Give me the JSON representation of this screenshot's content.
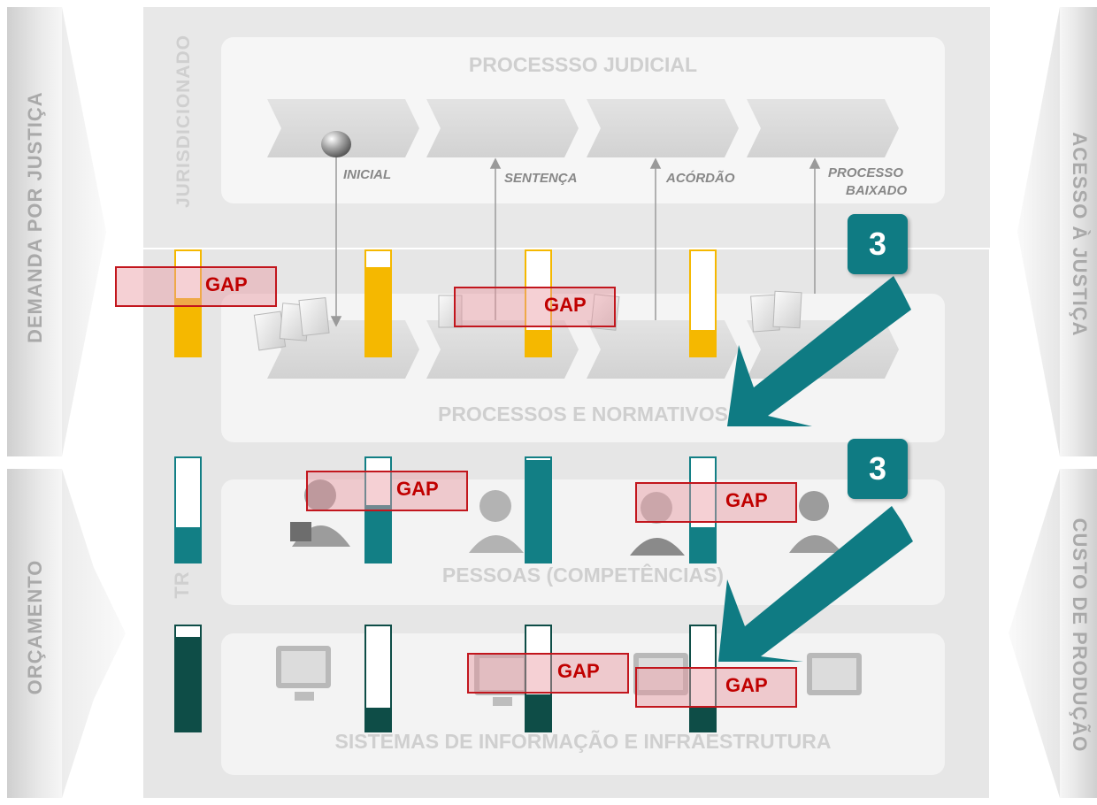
{
  "left_labels": {
    "top": "DEMANDA POR JUSTIÇA",
    "bottom": "ORÇAMENTO"
  },
  "right_labels": {
    "top": "ACESSO À JUSTIÇA",
    "bottom": "CUSTO DE PRODUÇÃO"
  },
  "band_label": "JURISDICIONADO",
  "faded_label": "TR",
  "panels": {
    "judicial": "PROCESSSO JUDICIAL",
    "processos": "PROCESSOS E NORMATIVOS",
    "pessoas": "PESSOAS (COMPETÊNCIAS)",
    "sistemas": "SISTEMAS DE INFORMAÇÃO E INFRAESTRUTURA"
  },
  "milestones": [
    {
      "label": "INICIAL"
    },
    {
      "label": "SENTENÇA"
    },
    {
      "label": "ACÓRDÃO"
    },
    {
      "label_line1": "PROCESSO",
      "label_line2": "BAIXADO"
    }
  ],
  "gap_label": "GAP",
  "step_number": "3",
  "bar_levels": {
    "processos": [
      0.55,
      0.85,
      0.25,
      0.25
    ],
    "pessoas": [
      0.33,
      0.55,
      0.98,
      0.33
    ],
    "sistemas": [
      0.9,
      0.22,
      0.35,
      0.22
    ]
  },
  "colors": {
    "processos": "#f5b800",
    "pessoas": "#127f85",
    "sistemas": "#0e4d47",
    "gap_border": "#c2161d",
    "arrow": "#0f7b83"
  }
}
